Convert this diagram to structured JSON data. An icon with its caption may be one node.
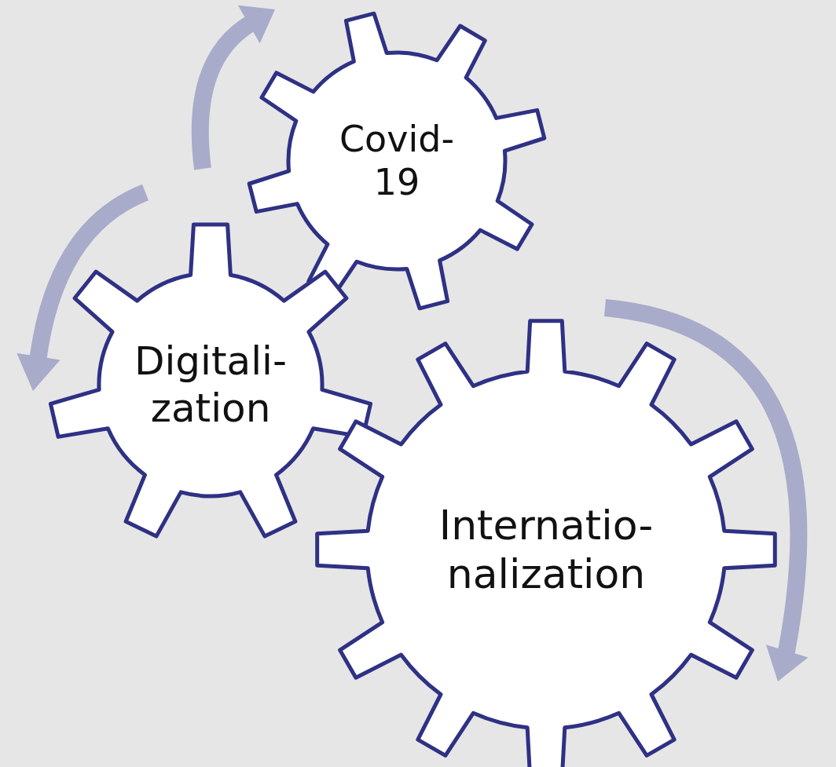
{
  "diagram": {
    "nodes": [
      {
        "text": [
          "Covid- 19"
        ]
      },
      {
        "text": [
          "Digitali- zation"
        ]
      },
      {
        "text": [
          "Internatio- nalization"
        ]
      }
    ]
  }
}
